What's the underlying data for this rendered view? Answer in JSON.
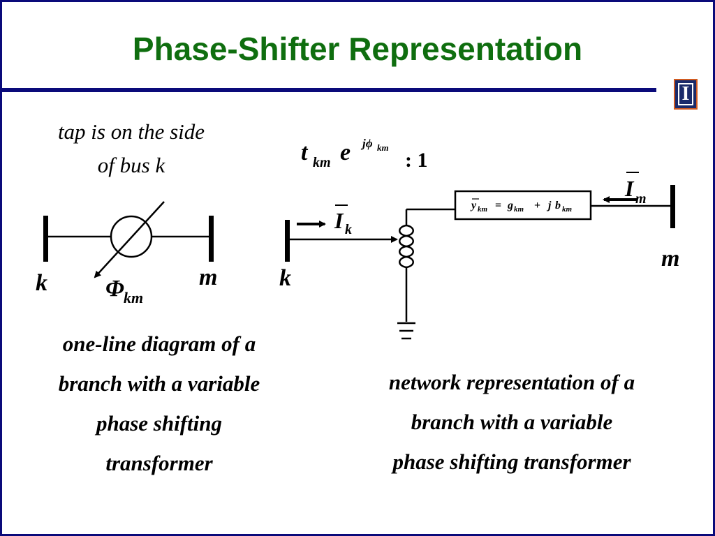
{
  "title": "Phase-Shifter Representation",
  "logo_letter": "I",
  "note_line1": "tap is on the side",
  "note_line2": "of bus k",
  "left_diagram": {
    "bus_left": "k",
    "bus_right": "m",
    "phi_symbol": "Φ",
    "phi_subscript": "km"
  },
  "right_diagram": {
    "tap_t": "t",
    "tap_t_sub": "km",
    "tap_e": "e",
    "tap_exp": "jϕ",
    "tap_exp_sub": "km",
    "ratio": ": 1",
    "current_k": "I",
    "current_k_sub": "k",
    "current_m": "I",
    "current_m_sub": "m",
    "bus_k": "k",
    "bus_m": "m",
    "adm_y": "y",
    "adm_y_sub": "km",
    "adm_eq": "=",
    "adm_g": "g",
    "adm_g_sub": "km",
    "adm_plus": "+",
    "adm_j": "j",
    "adm_b": "b",
    "adm_b_sub": "km"
  },
  "caption_left": [
    "one-line diagram of a",
    "branch with a variable",
    "phase shifting",
    "transformer"
  ],
  "caption_right": [
    "network representation of a",
    "branch with a variable",
    "phase shifting transformer"
  ]
}
